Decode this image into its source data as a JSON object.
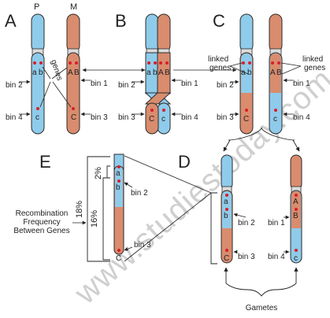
{
  "watermark": "www.studiestoday.com",
  "colors": {
    "blue": "#8fcbea",
    "orange": "#d98c6e",
    "centromere": "#dcdcdc",
    "gene_dot": "#d91e2a",
    "outline": "#2b2b2b"
  },
  "panels": {
    "a": "A",
    "b": "B",
    "c": "C",
    "d": "D",
    "e": "E"
  },
  "parents": {
    "p": "P",
    "m": "M"
  },
  "genes": {
    "a": "a",
    "b": "b",
    "A": "A",
    "B": "B",
    "c": "c",
    "C": "C"
  },
  "bins": {
    "bin1": "bin 1",
    "bin2": "bin 2",
    "bin3": "bin 3",
    "bin4": "bin 4"
  },
  "labels": {
    "genes": "genes",
    "linked_genes": "linked genes",
    "linked_line1": "linked",
    "linked_line2": "genes",
    "recombination_line1": "Recombination",
    "recombination_line2": "Frequency",
    "recombination_line3": "Between Genes",
    "gametes": "Gametes"
  },
  "percentages": {
    "ab": "2%",
    "bc": "16%",
    "ac": "18%"
  }
}
